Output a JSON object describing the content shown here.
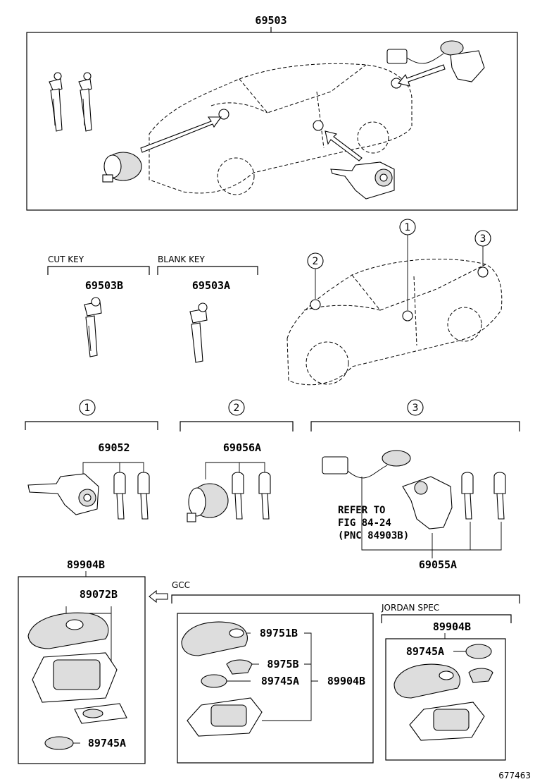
{
  "top": {
    "part_number": "69503"
  },
  "keys": {
    "cut_key_label": "CUT KEY",
    "cut_key_part": "69503B",
    "blank_key_label": "BLANK KEY",
    "blank_key_part": "69503A"
  },
  "locations": {
    "marker_1": "1",
    "marker_2": "2",
    "marker_3": "3"
  },
  "cylinder_sets": {
    "set1_marker": "1",
    "set1_part": "69052",
    "set2_marker": "2",
    "set2_part": "69056A",
    "set3_marker": "3",
    "set3_part": "69055A",
    "refer_line1": "REFER TO",
    "refer_line2": "FIG 84-24",
    "refer_line3": "(PNC 84903B)"
  },
  "transmitter": {
    "main_part": "89904B",
    "case_part": "89072B",
    "battery_part": "89745A",
    "gcc_label": "GCC",
    "gcc_cover_part": "89751B",
    "gcc_plate_part": "8975B",
    "gcc_battery_part": "89745A",
    "gcc_assy_part": "89904B",
    "jordan_label": "JORDAN SPEC",
    "jordan_part": "89904B",
    "jordan_battery_part": "89745A"
  },
  "figure_number": "677463"
}
